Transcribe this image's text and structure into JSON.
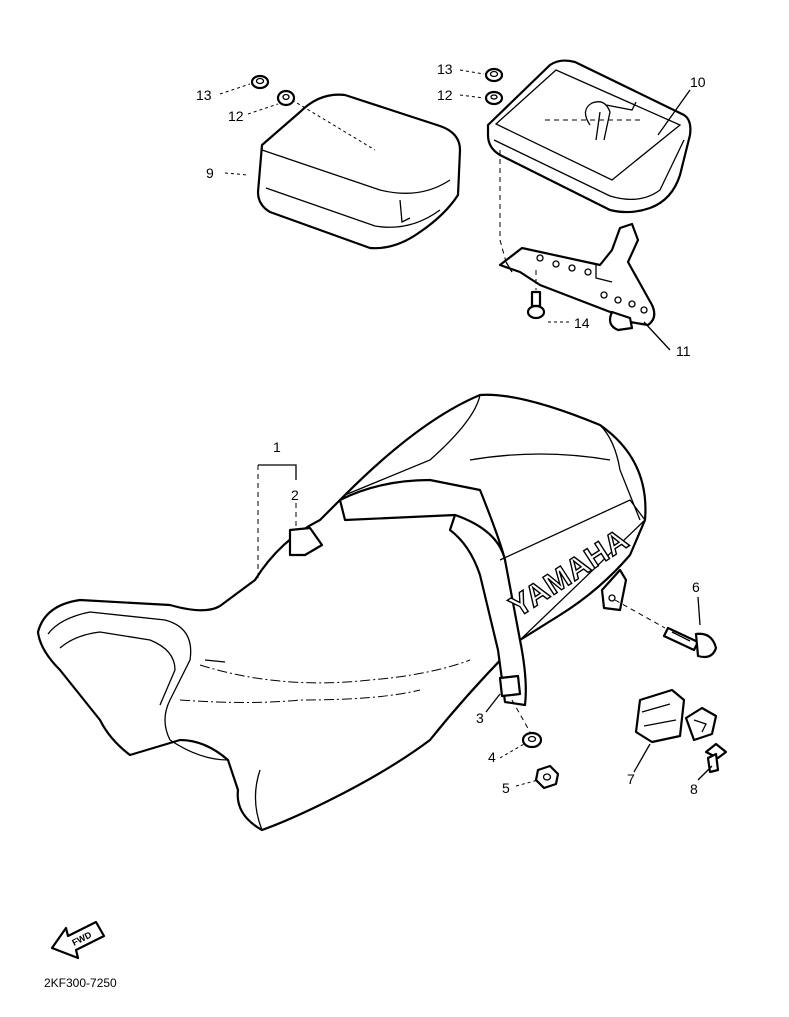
{
  "callouts": {
    "c1": "1",
    "c2": "2",
    "c3": "3",
    "c4": "4",
    "c5": "5",
    "c6": "6",
    "c7": "7",
    "c8": "8",
    "c9": "9",
    "c10": "10",
    "c11": "11",
    "c12a": "12",
    "c12b": "12",
    "c13a": "13",
    "c13b": "13",
    "c14": "14"
  },
  "seat_logo": "YAMAHA",
  "fwd_label": "FWD",
  "diagram_code": "2KF300-7250"
}
